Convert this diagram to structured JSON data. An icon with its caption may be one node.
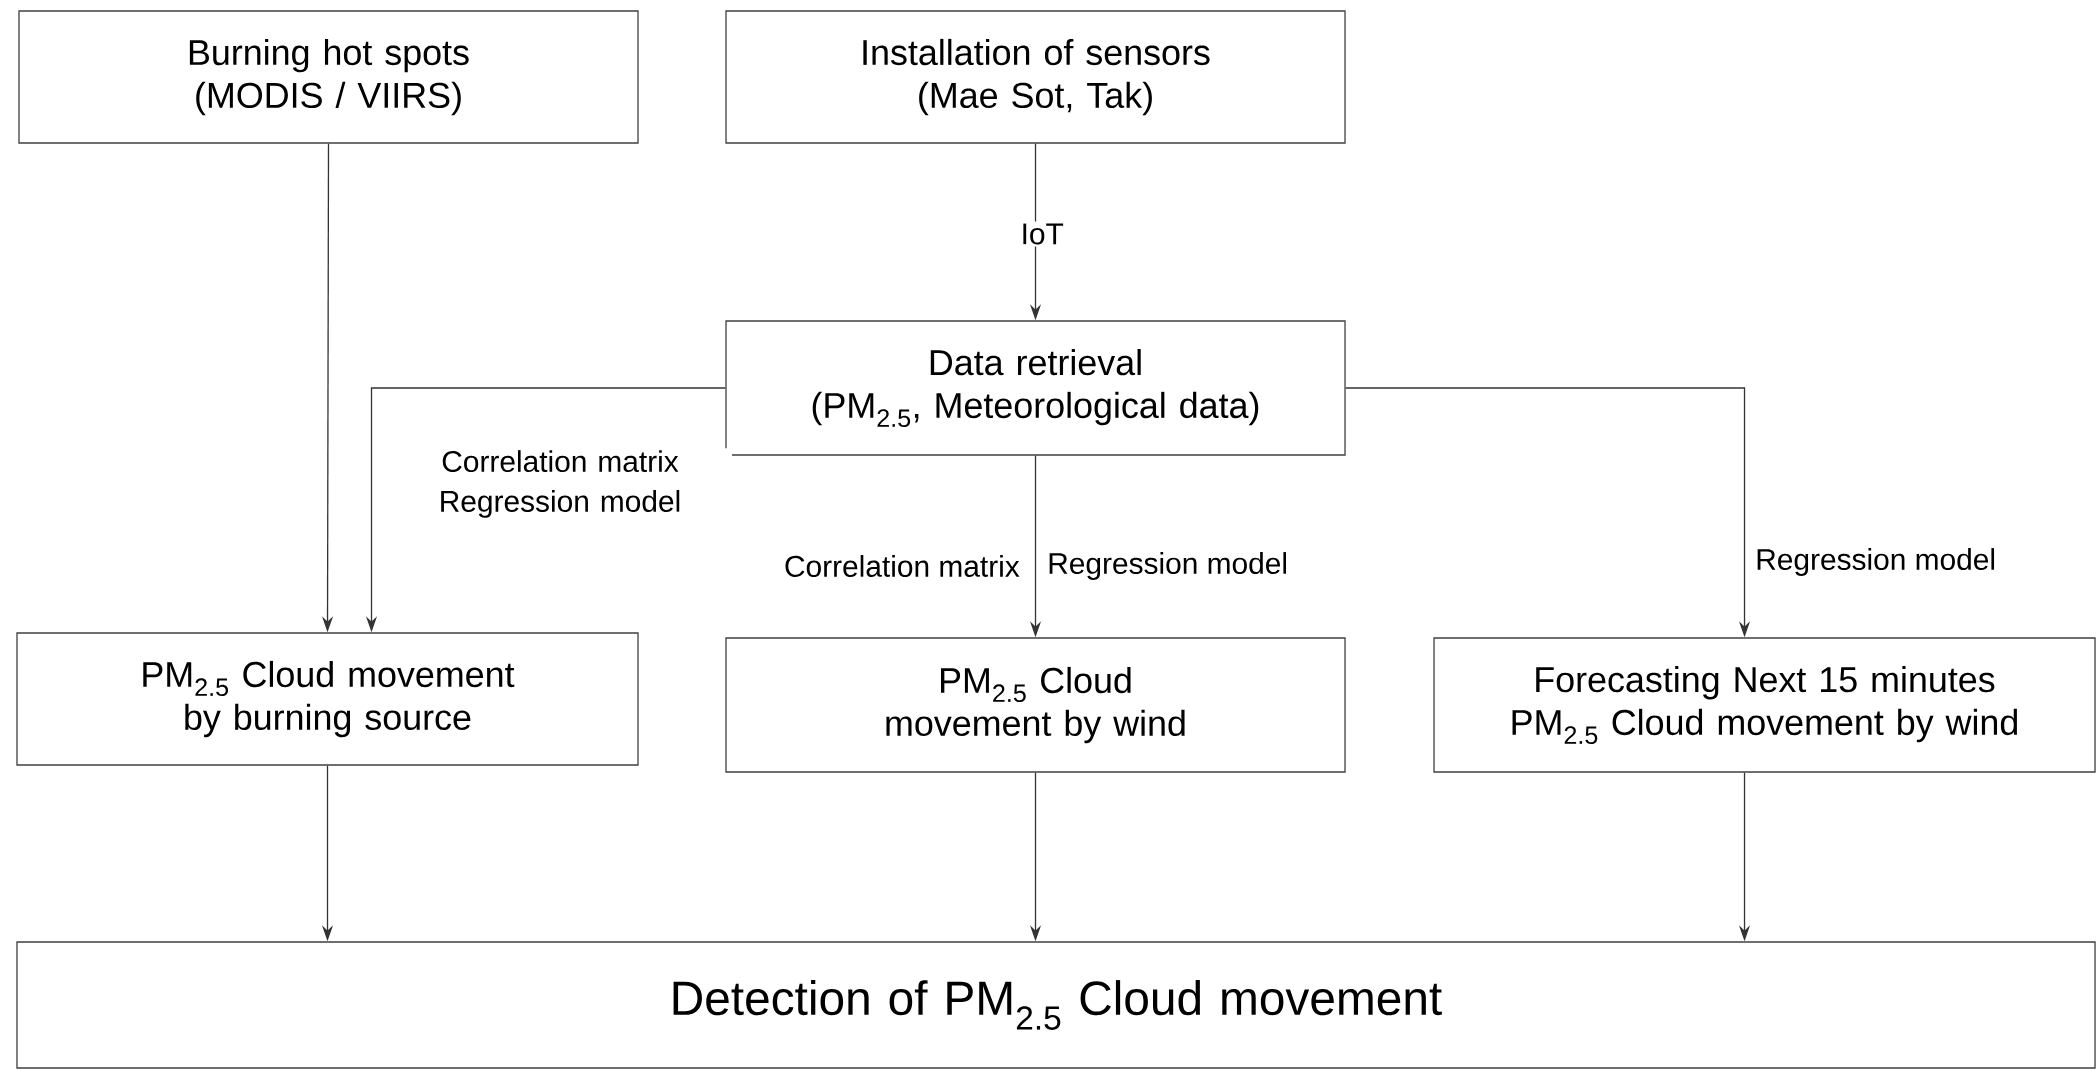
{
  "diagram": {
    "nodes": [
      {
        "text": [
          "Burning hot spots",
          "(MODIS / VIIRS)"
        ]
      },
      {
        "text": [
          "Installation of sensors",
          "(Mae Sot, Tak)"
        ]
      },
      {
        "text": [
          "Data retrieval",
          "(PM$_{2.5}$, Meteorological data)"
        ]
      },
      {
        "text": [
          "PM$_{2.5}$ Cloud movement by burning source"
        ]
      },
      {
        "text": [
          "PM$_{2.5}$ Cloud movement by wind"
        ]
      },
      {
        "text": [
          "Forecasting Next 15 minutes",
          "PM$_{2.5}$ Cloud movement by wind"
        ]
      },
      {
        "text": [
          "Detection of PM$_{2.5}$ Cloud movement"
        ]
      }
    ],
    "edges": [
      {
        "from": 0,
        "to": 3,
        "arrow": "to"
      },
      {
        "from": 1,
        "to": 2,
        "arrow": "to",
        "label": "IoT"
      },
      {
        "from": 2,
        "to": 3,
        "arrow": "to",
        "label": "Correlation matrix Regression model"
      },
      {
        "from": 2,
        "to": 4,
        "arrow": "to",
        "label": "Regression model"
      },
      {
        "from": 2,
        "to": 5,
        "arrow": "to",
        "label": "Regression model"
      },
      {
        "from": 3,
        "to": 6,
        "arrow": "to"
      },
      {
        "from": 4,
        "to": 6,
        "arrow": "to"
      },
      {
        "from": 5,
        "to": 6,
        "arrow": "to"
      }
    ],
    "labels": [
      "Correlation matrix"
    ]
  }
}
